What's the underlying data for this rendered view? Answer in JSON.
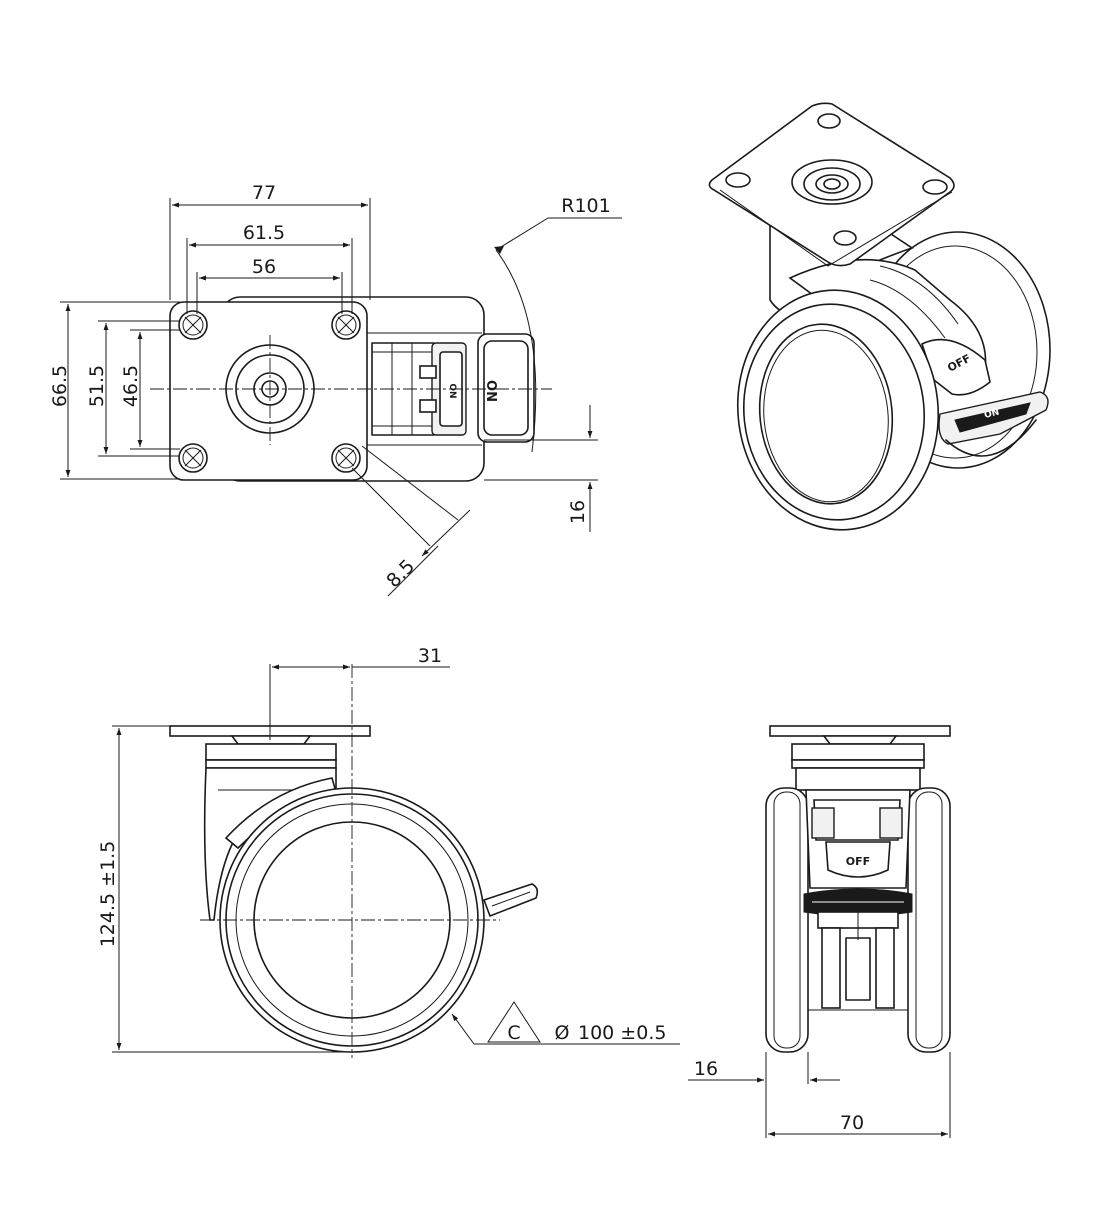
{
  "dimensions": {
    "plate_width": "77",
    "hole_spacing_outer": "61.5",
    "hole_spacing_inner": "56",
    "plate_depth": "66.5",
    "hole_spacing_depth_outer": "51.5",
    "hole_spacing_depth_inner": "46.5",
    "swivel_radius": "R101",
    "brake_offset": "16",
    "hole_diameter": "8.5",
    "offset": "31",
    "overall_height": "124.5 ±1.5",
    "wheel_diameter": "100 ±0.5",
    "diameter_symbol": "Ø",
    "material_code": "C",
    "tread_width": "16",
    "wheel_width": "70"
  },
  "labels": {
    "brake_on": "ON",
    "brake_off": "OFF",
    "brake_off_front": "OFF"
  },
  "colors": {
    "line": "#1a1a1a",
    "background": "#ffffff"
  }
}
